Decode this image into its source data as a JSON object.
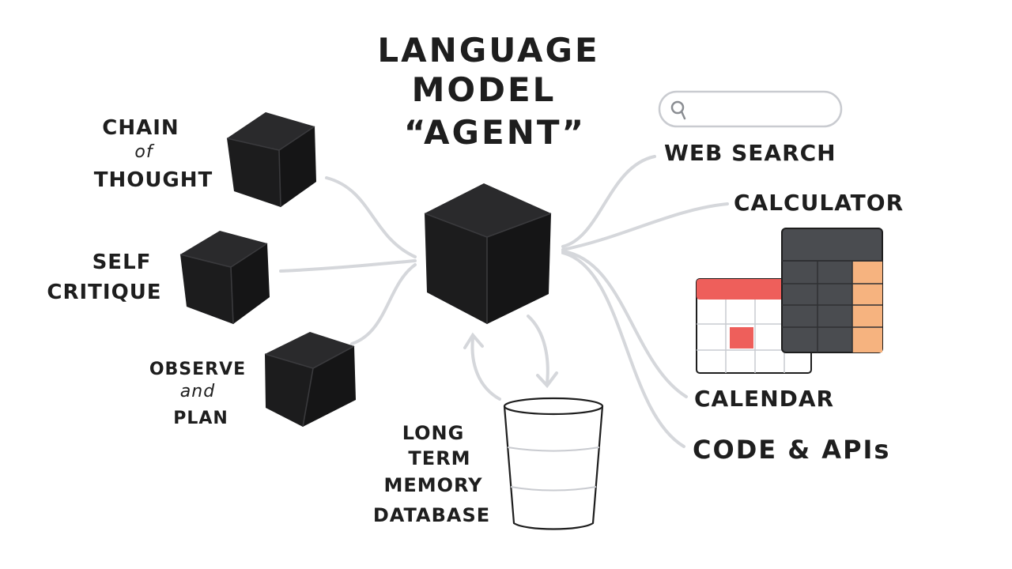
{
  "title": {
    "line1": "LANGUAGE",
    "line2": "MODEL",
    "line3": "“AGENT”"
  },
  "left_blocks": {
    "chain_of_thought": [
      "CHAIN",
      "of",
      "THOUGHT"
    ],
    "self_critique": [
      "SELF",
      "CRITIQUE"
    ],
    "observe_and_plan": [
      "OBSERVE",
      "and",
      "PLAN"
    ]
  },
  "memory": {
    "lines": [
      "LONG",
      "TERM",
      "MEMORY",
      "DATABASE"
    ]
  },
  "tools": {
    "web_search": "WEB SEARCH",
    "calculator": "CALCULATOR",
    "calendar": "CALENDAR",
    "code_apis": "CODE & APIs"
  },
  "colors": {
    "cube": "#1c1c1d",
    "connector": "#d5d7db",
    "calendar_header": "#ee5f5b",
    "calendar_event": "#ee5f5b",
    "calculator_body": "#4a4c50",
    "calculator_accent": "#f6b37f",
    "ink": "#1e1e1e"
  },
  "icons": [
    "search-icon",
    "calendar-icon",
    "calculator-icon",
    "database-icon",
    "cube-icon"
  ]
}
